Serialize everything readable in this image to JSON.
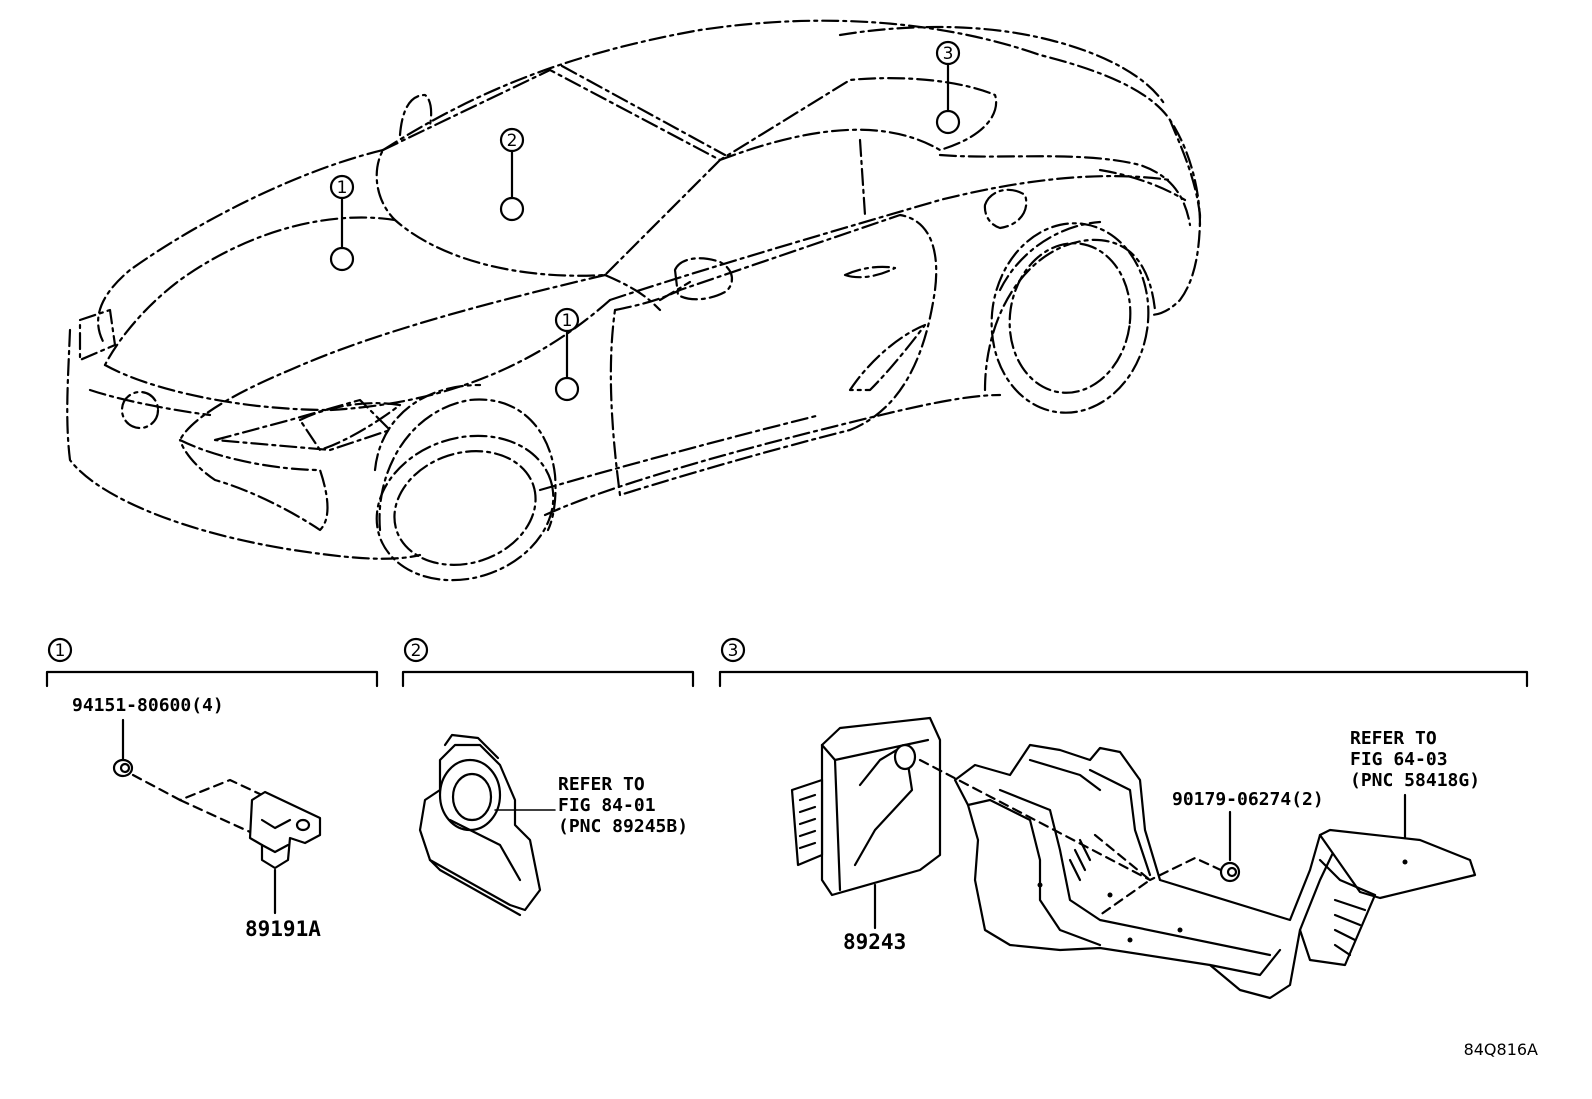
{
  "diagram_id": "84Q816A",
  "callout_markers": [
    "1",
    "2",
    "3"
  ],
  "sections": [
    {
      "number": "1",
      "parts": [
        {
          "part_number": "94151-80600(4)"
        },
        {
          "part_number": "89191A"
        }
      ]
    },
    {
      "number": "2",
      "reference": {
        "line1": "REFER TO",
        "line2": "FIG 84-01",
        "line3": "(PNC 89245B)"
      }
    },
    {
      "number": "3",
      "parts": [
        {
          "part_number": "89243"
        },
        {
          "part_number": "90179-06274(2)"
        }
      ],
      "reference": {
        "line1": "REFER TO",
        "line2": "FIG 64-03",
        "line3": "(PNC 58418G)"
      }
    }
  ]
}
